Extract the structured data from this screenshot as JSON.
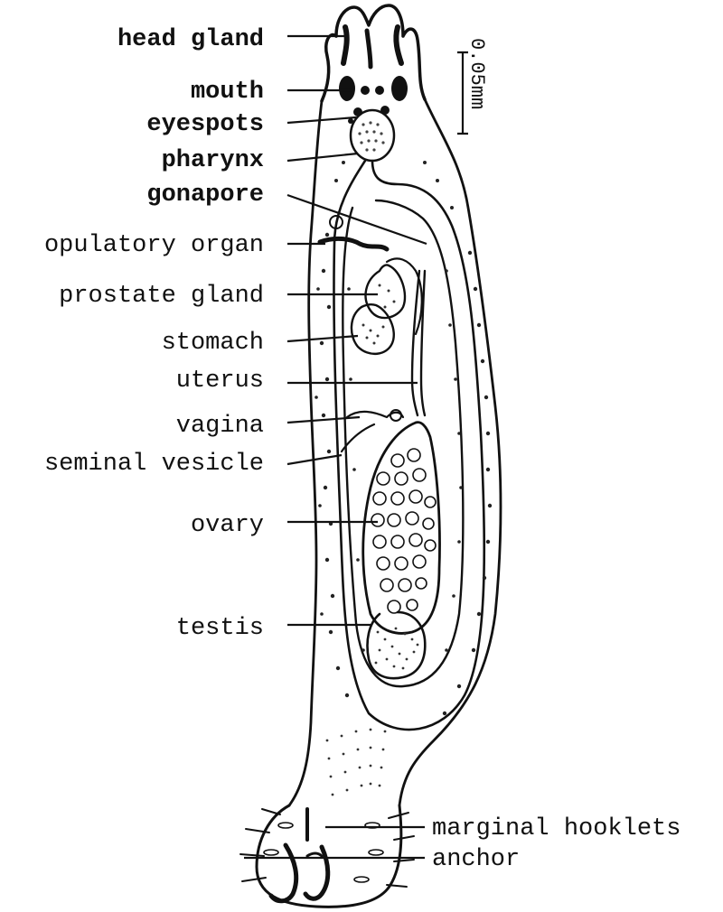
{
  "labels": {
    "head_gland": "head gland",
    "mouth": "mouth",
    "eyespots": "eyespots",
    "pharynx": "pharynx",
    "gonapore": "gonapore",
    "copulatory_organ": "opulatory organ",
    "prostate_gland": "prostate gland",
    "stomach": "stomach",
    "uterus": "uterus",
    "vagina": "vagina",
    "seminal_vesicle": "seminal vesicle",
    "ovary": "ovary",
    "testis": "testis",
    "marginal_hooklets": "marginal hooklets",
    "anchor": "anchor"
  },
  "scale_bar": {
    "label": "0.05mm"
  }
}
